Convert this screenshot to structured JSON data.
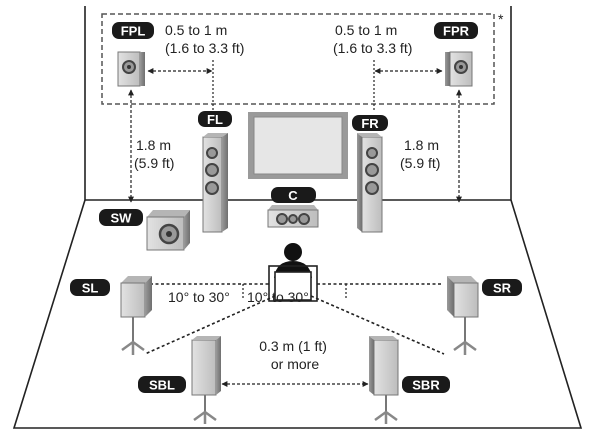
{
  "speakers": {
    "fpl": "FPL",
    "fpr": "FPR",
    "fl": "FL",
    "fr": "FR",
    "c": "C",
    "sw": "SW",
    "sl": "SL",
    "sr": "SR",
    "sbl": "SBL",
    "sbr": "SBR"
  },
  "distances": {
    "presence_left": [
      "0.5 to 1 m",
      "(1.6 to 3.3 ft)"
    ],
    "presence_right": [
      "0.5 to 1 m",
      "(1.6 to 3.3 ft)"
    ],
    "height_left": [
      "1.8 m",
      "(5.9 ft)"
    ],
    "height_right": [
      "1.8 m",
      "(5.9 ft)"
    ],
    "surround_angle_left": "10° to 30°",
    "surround_angle_right": "10° to 30°",
    "back_gap": [
      "0.3 m (1 ft)",
      "or more"
    ]
  },
  "note_marker": "*",
  "colors": {
    "line": "#222222",
    "badge": "#1a1a1a",
    "speaker_face": "#cfcfcf",
    "speaker_side": "#8e8e8e"
  }
}
